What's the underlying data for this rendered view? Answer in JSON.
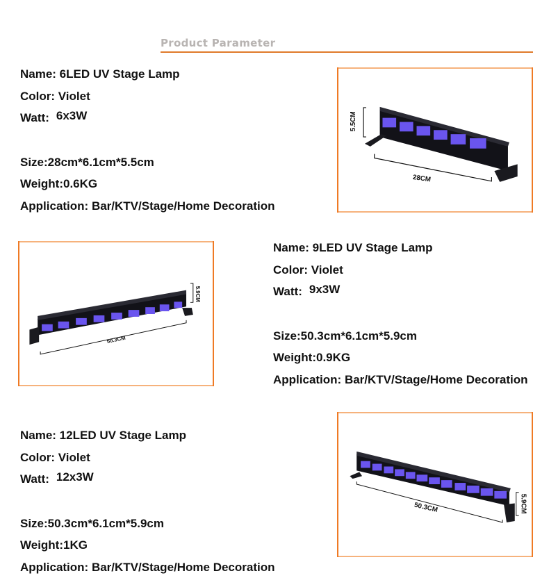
{
  "header": {
    "title": "Product Parameter",
    "accent_color": "#e07a2a"
  },
  "products": [
    {
      "name_label": "Name: 6LED UV Stage Lamp",
      "color_label": "Color: Violet",
      "watt_label": "Watt:",
      "watt_value": "6x3W",
      "size_label": "Size:28cm*6.1cm*5.5cm",
      "weight_label": "Weight:0.6KG",
      "application_label": "Application: Bar/KTV/Stage/Home Decoration",
      "image": {
        "led_count": 6,
        "length_label": "28CM",
        "height_label": "5.5CM"
      }
    },
    {
      "name_label": "Name: 9LED UV Stage Lamp",
      "color_label": "Color: Violet",
      "watt_label": "Watt:",
      "watt_value": "9x3W",
      "size_label": "Size:50.3cm*6.1cm*5.9cm",
      "weight_label": "Weight:0.9KG",
      "application_label": "Application: Bar/KTV/Stage/Home Decoration",
      "image": {
        "led_count": 9,
        "length_label": "50.3CM",
        "height_label": "5.9CM"
      }
    },
    {
      "name_label": "Name: 12LED UV Stage Lamp",
      "color_label": "Color: Violet",
      "watt_label": "Watt:",
      "watt_value": "12x3W",
      "size_label": "Size:50.3cm*6.1cm*5.9cm",
      "weight_label": "Weight:1KG",
      "application_label": "Application: Bar/KTV/Stage/Home Decoration",
      "image": {
        "led_count": 12,
        "length_label": "50.3CM",
        "height_label": "5.9CM"
      }
    }
  ],
  "colors": {
    "frame_border": "#f6b27c",
    "led_violet": "#7b5cff",
    "lamp_body": "#111118"
  }
}
